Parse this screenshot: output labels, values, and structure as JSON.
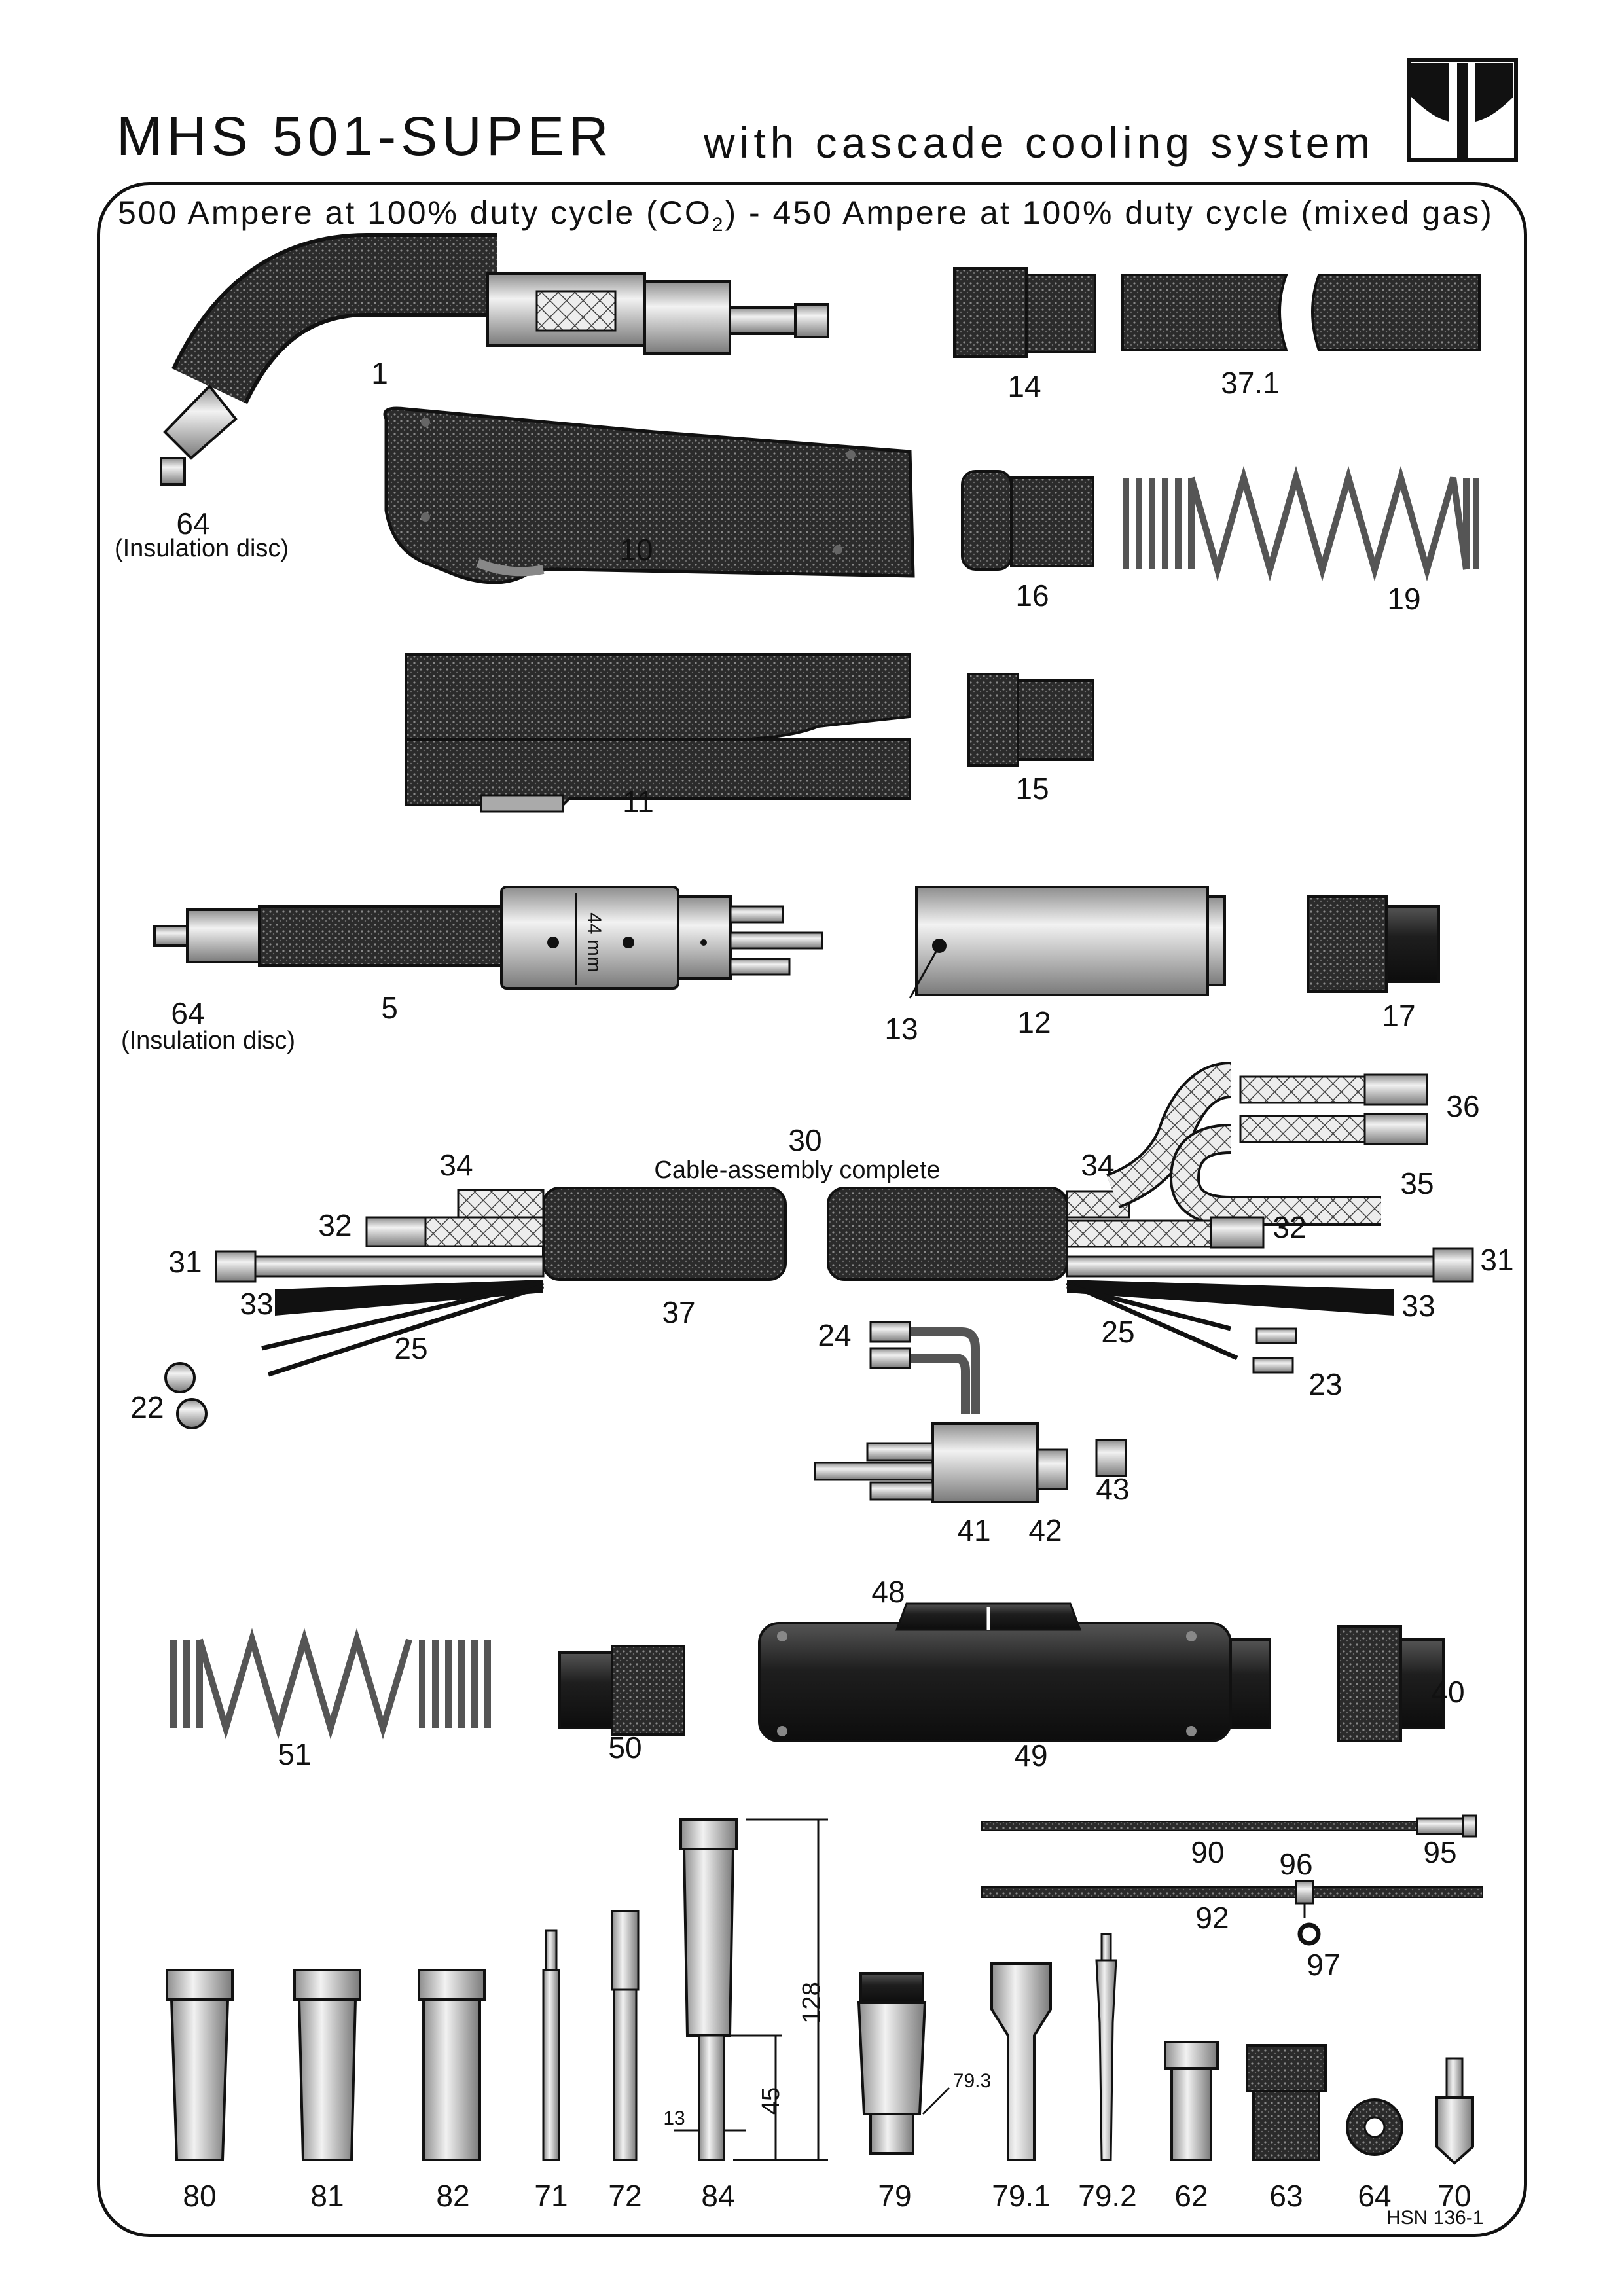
{
  "title": "MHS 501-SUPER",
  "subtitle": "with cascade cooling system",
  "spec_line": {
    "before": "500 Ampere at 100% duty cycle (CO",
    "subscript": "2",
    "after": ") - 450 Ampere at 100% duty cycle (mixed gas)"
  },
  "document_code": "HSN 136-1",
  "labels": {
    "p1": "1",
    "p64a": "64",
    "ins_a": "(Insulation disc)",
    "p10": "10",
    "p14": "14",
    "p37_1": "37.1",
    "p16": "16",
    "p19": "19",
    "p11": "11",
    "p15": "15",
    "p5": "5",
    "p64b": "64",
    "ins_b": "(Insulation disc)",
    "dim44": "44 mm",
    "p13": "13",
    "p12": "12",
    "p17": "17",
    "p30": "30",
    "cable": "Cable-assembly complete",
    "p36": "36",
    "p35": "35",
    "p34a": "34",
    "p34b": "34",
    "p32a": "32",
    "p32b": "32",
    "p31a": "31",
    "p31b": "31",
    "p33a": "33",
    "p33b": "33",
    "p37": "37",
    "p25a": "25",
    "p25b": "25",
    "p22": "22",
    "p24": "24",
    "p23": "23",
    "p41": "41",
    "p42": "42",
    "p43": "43",
    "p48": "48",
    "p51": "51",
    "p50": "50",
    "p49": "49",
    "p40": "40",
    "p90": "90",
    "p95": "95",
    "p96": "96",
    "p92": "92",
    "p97": "97",
    "dim128": "128",
    "dim45": "45",
    "dim13": "13",
    "dim79_3": "79.3",
    "p80": "80",
    "p81": "81",
    "p82": "82",
    "p71": "71",
    "p72": "72",
    "p84": "84",
    "p79": "79",
    "p79_1": "79.1",
    "p79_2": "79.2",
    "p62": "62",
    "p63": "63",
    "p64c": "64",
    "p70": "70"
  }
}
